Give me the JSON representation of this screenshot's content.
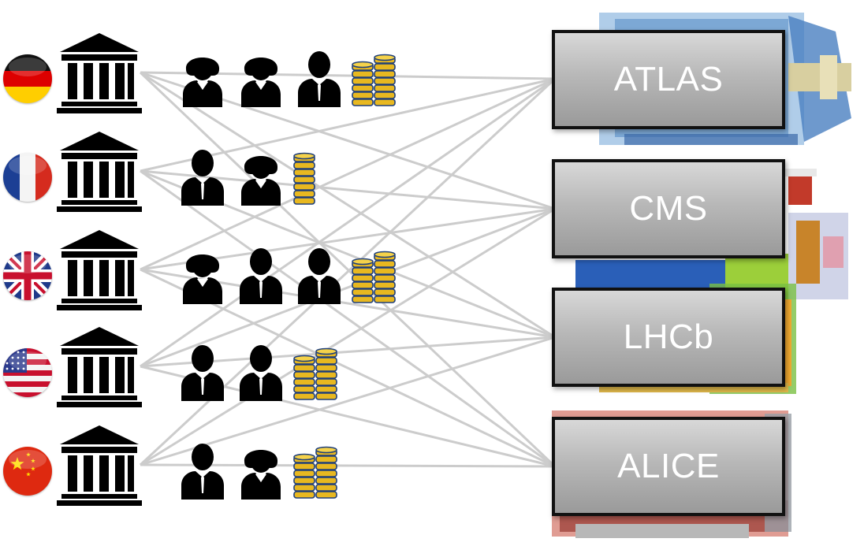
{
  "countries": [
    {
      "flag": "germany-flag",
      "researchers": [
        "female",
        "female",
        "male"
      ],
      "coin_stacks": 2
    },
    {
      "flag": "france-flag",
      "researchers": [
        "male",
        "female"
      ],
      "coin_stacks": 1
    },
    {
      "flag": "uk-flag",
      "researchers": [
        "female",
        "male",
        "male"
      ],
      "coin_stacks": 2
    },
    {
      "flag": "usa-flag",
      "researchers": [
        "male",
        "male"
      ],
      "coin_stacks": 2
    },
    {
      "flag": "china-flag",
      "researchers": [
        "male",
        "female"
      ],
      "coin_stacks": 2
    }
  ],
  "experiments": [
    {
      "label": "ATLAS"
    },
    {
      "label": "CMS"
    },
    {
      "label": "LHCb"
    },
    {
      "label": "ALICE"
    }
  ],
  "colors": {
    "connection_line": "#cccccc",
    "box_border": "#111111",
    "coin_gold": "#e8b820",
    "coin_edge": "#1f3f7a",
    "icon_black": "#000000"
  }
}
